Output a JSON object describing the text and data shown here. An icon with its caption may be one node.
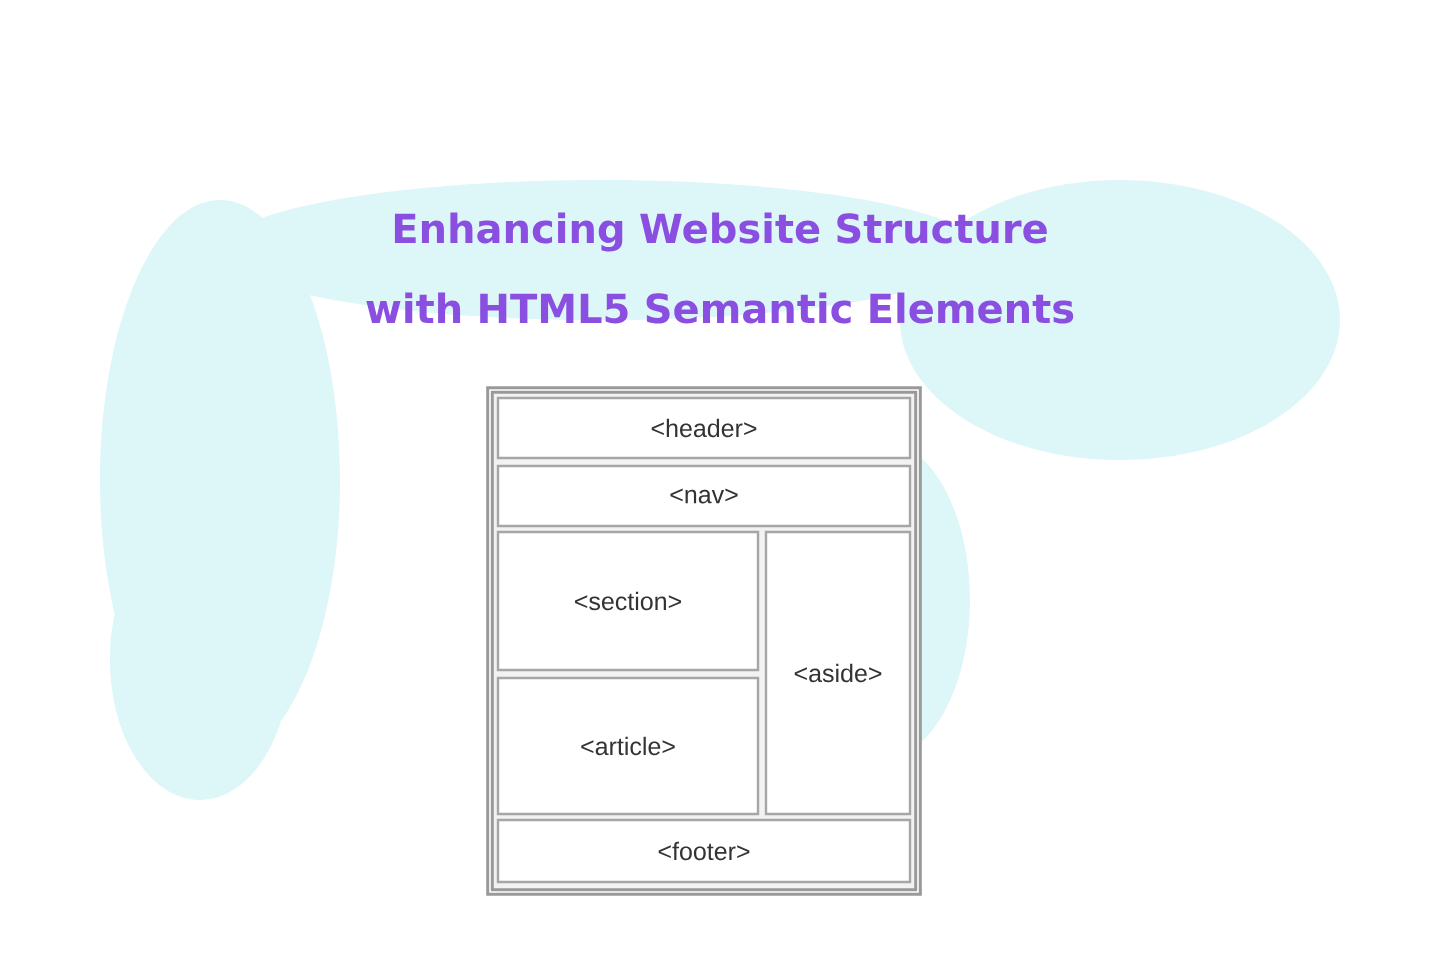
{
  "diagram": {
    "title": "Enhancing Website Structure with HTML5 Semantic Elements",
    "nodes": [
      {
        "text": [],
        "shape": "box"
      },
      {
        "text": [
          "<header>"
        ],
        "in": 0
      },
      {
        "text": [
          "<nav>"
        ],
        "in": 0
      },
      {
        "text": [
          "<section>"
        ],
        "in": 0
      },
      {
        "text": [
          "<article>"
        ],
        "in": 0
      },
      {
        "text": [
          "<aside>"
        ],
        "in": 0
      },
      {
        "text": [
          "<footer>"
        ],
        "in": 0
      }
    ]
  }
}
